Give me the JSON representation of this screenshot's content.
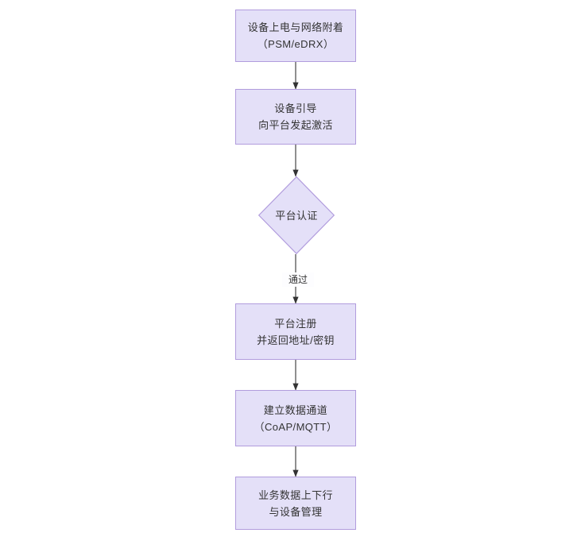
{
  "diagram": {
    "type": "flowchart",
    "orientation": "top-to-bottom",
    "background_color": "#ffffff",
    "node_fill_color": "#e4e0f8",
    "node_border_color": "#b19cdd",
    "node_text_color": "#333333",
    "edge_color": "#333333",
    "nodes": [
      {
        "id": "n1",
        "shape": "rectangle",
        "lines": [
          "设备上电与网络附着",
          "（PSM/eDRX）"
        ]
      },
      {
        "id": "n2",
        "shape": "rectangle",
        "lines": [
          "设备引导",
          "向平台发起激活"
        ]
      },
      {
        "id": "n3",
        "shape": "diamond",
        "lines": [
          "平台认证"
        ]
      },
      {
        "id": "n4",
        "shape": "rectangle",
        "lines": [
          "平台注册",
          "并返回地址/密钥"
        ]
      },
      {
        "id": "n5",
        "shape": "rectangle",
        "lines": [
          "建立数据通道",
          "（CoAP/MQTT）"
        ]
      },
      {
        "id": "n6",
        "shape": "rectangle",
        "lines": [
          "业务数据上下行",
          "与设备管理"
        ]
      }
    ],
    "edges": [
      {
        "id": "e1",
        "from": "n1",
        "to": "n2",
        "label": ""
      },
      {
        "id": "e2",
        "from": "n2",
        "to": "n3",
        "label": ""
      },
      {
        "id": "e3",
        "from": "n3",
        "to": "n4",
        "label": "通过"
      },
      {
        "id": "e4",
        "from": "n4",
        "to": "n5",
        "label": ""
      },
      {
        "id": "e5",
        "from": "n5",
        "to": "n6",
        "label": ""
      }
    ]
  }
}
